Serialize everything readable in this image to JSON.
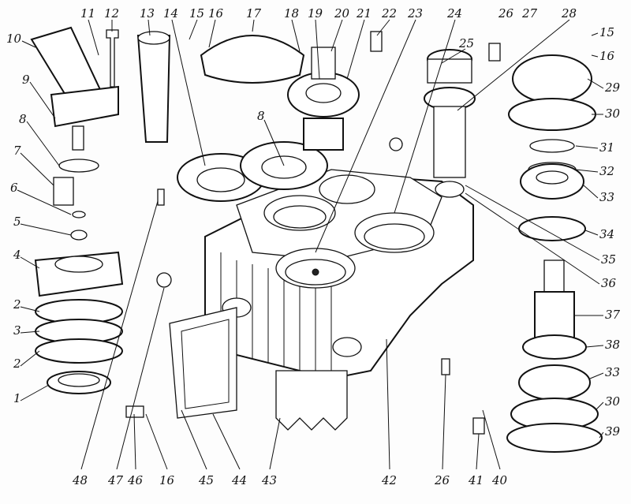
{
  "labels": [
    "10",
    "11",
    "12",
    "13",
    "14",
    "15",
    "16",
    "17",
    "18",
    "19",
    "20",
    "21",
    "22",
    "23",
    "24",
    "25",
    "26",
    "27",
    "28",
    "15",
    "16",
    "29",
    "30",
    "31",
    "32",
    "33",
    "34",
    "35",
    "36",
    "37",
    "38",
    "33",
    "30",
    "39",
    "9",
    "8",
    "7",
    "6",
    "5",
    "4",
    "2",
    "3",
    "2",
    "1",
    "8",
    "48",
    "47",
    "46",
    "16",
    "45",
    "44",
    "43",
    "42",
    "26",
    "41",
    "40"
  ]
}
